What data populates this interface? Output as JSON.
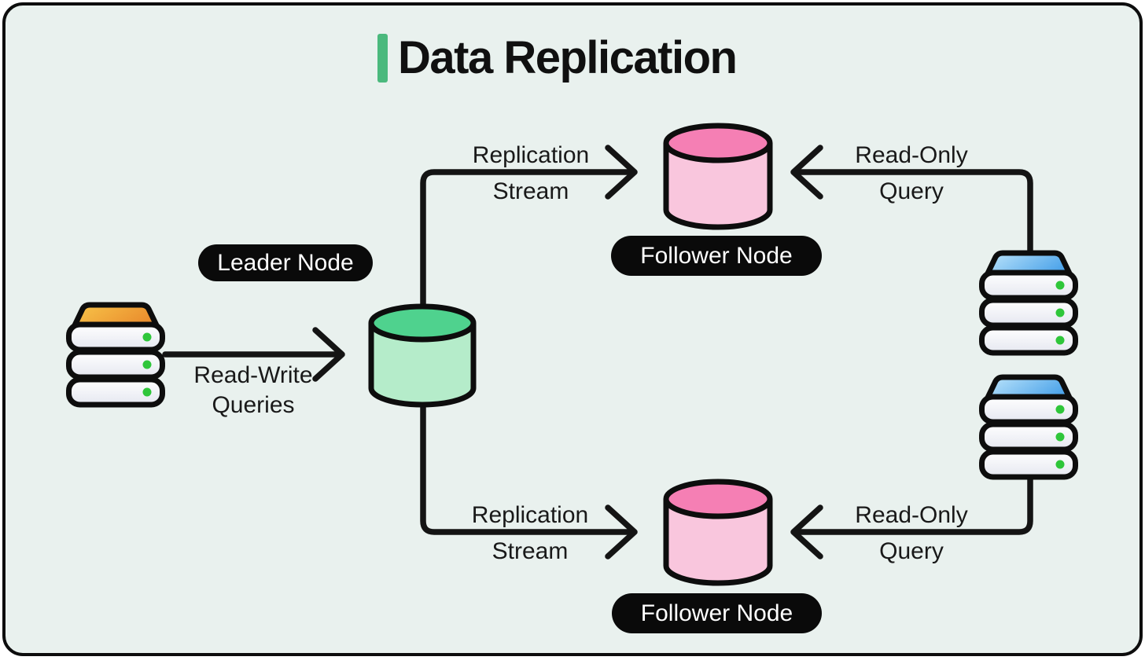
{
  "title": "Data Replication",
  "colors": {
    "background": "#e9f1ee",
    "frame_border": "#0d0d0d",
    "accent_green": "#4bb97d",
    "pill_bg": "#0a0a0a",
    "pill_text": "#ffffff",
    "connector": "#141414",
    "leader_cylinder_top": "#4fd28e",
    "leader_cylinder_body": "#b5ecca",
    "follower_cylinder_top": "#f57fb4",
    "follower_cylinder_body": "#f9c6dd",
    "server_top_orange": [
      "#f8c64a",
      "#ea8e2e"
    ],
    "server_top_blue": [
      "#bfe6fb",
      "#4fa5ea"
    ],
    "server_led_green": "#2fc63a"
  },
  "nodes": {
    "leader": {
      "label": "Leader Node",
      "icon": "database-cylinder-green"
    },
    "follower_top": {
      "label": "Follower Node",
      "icon": "database-cylinder-pink"
    },
    "follower_bottom": {
      "label": "Follower Node",
      "icon": "database-cylinder-pink"
    },
    "client_left": {
      "icon": "server-stack-orange"
    },
    "client_right_top": {
      "icon": "server-stack-blue"
    },
    "client_right_bottom": {
      "icon": "server-stack-blue"
    }
  },
  "edges": {
    "read_write": {
      "line1": "Read-Write",
      "line2": "Queries",
      "direction": "left-server to leader"
    },
    "replication_top": {
      "line1": "Replication",
      "line2": "Stream",
      "direction": "leader to top follower"
    },
    "replication_bottom": {
      "line1": "Replication",
      "line2": "Stream",
      "direction": "leader to bottom follower"
    },
    "read_only_top": {
      "line1": "Read-Only",
      "line2": "Query",
      "direction": "right-top server to top follower"
    },
    "read_only_bottom": {
      "line1": "Read-Only",
      "line2": "Query",
      "direction": "right-bottom server to bottom follower"
    }
  }
}
